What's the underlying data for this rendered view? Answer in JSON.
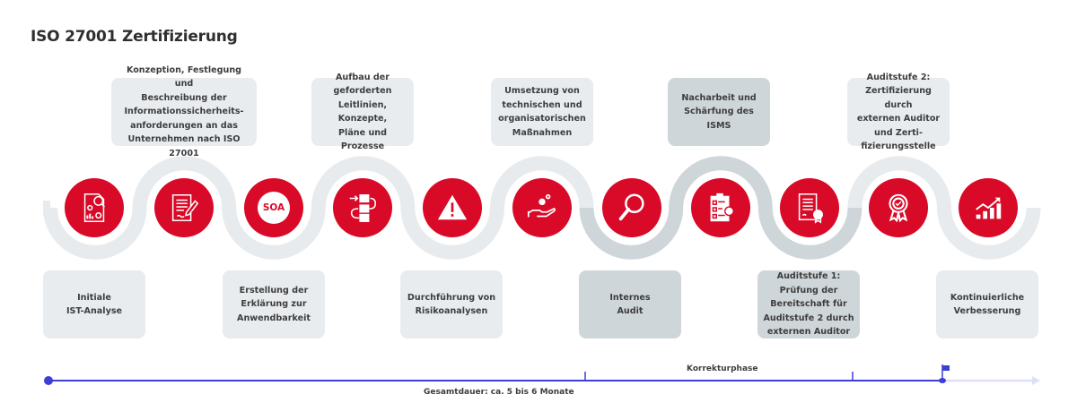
{
  "title": "ISO 27001 Zertifizierung",
  "colors": {
    "accent_red": "#d80a28",
    "track_light": "#e8ebee",
    "track_dark": "#cfd6d9",
    "box_light": "#e9ecef",
    "box_dark": "#cfd6d9",
    "timeline": "#3c3fd6",
    "timeline_faint": "#dde0f6"
  },
  "steps": [
    {
      "icon": "report-analysis-icon",
      "label": "Initiale\nIST-Analyse",
      "position": "bottom",
      "style": "light"
    },
    {
      "icon": "document-pencil-icon",
      "label": "Konzeption, Festlegung und\nBeschreibung der\nInformationssicherheits-\nanforderungen an das\nUnternehmen nach ISO 27001",
      "position": "top",
      "style": "light"
    },
    {
      "icon": "soa-icon",
      "icon_text": "SOA",
      "label": "Erstellung der\nErklärung zur\nAnwendbarkeit",
      "position": "bottom",
      "style": "light"
    },
    {
      "icon": "process-flow-icon",
      "label": "Aufbau der\ngeforderten\nLeitlinien, Konzepte,\nPläne und Prozesse",
      "position": "top",
      "style": "light"
    },
    {
      "icon": "warning-icon",
      "label": "Durchführung von\nRisikoanalysen",
      "position": "bottom",
      "style": "light"
    },
    {
      "icon": "hand-gears-icon",
      "label": "Umsetzung von\ntechnischen und\norganisatorischen\nMaßnahmen",
      "position": "top",
      "style": "light"
    },
    {
      "icon": "magnifier-icon",
      "label": "Internes\nAudit",
      "position": "bottom",
      "style": "dark"
    },
    {
      "icon": "checklist-gear-icon",
      "label": "Nacharbeit und\nSchärfung des ISMS",
      "position": "top",
      "style": "dark"
    },
    {
      "icon": "certificate-icon",
      "label": "Auditstufe 1:\nPrüfung der\nBereitschaft für\nAuditstufe 2 durch\nexternen Auditor",
      "position": "bottom",
      "style": "dark"
    },
    {
      "icon": "award-ribbon-icon",
      "label": "Auditstufe 2:\nZertifizierung durch\nexternen Auditor\nund  Zerti-\nfizierungsstelle",
      "position": "top",
      "style": "light"
    },
    {
      "icon": "growth-chart-icon",
      "label": "Kontinuierliche\nVerbesserung",
      "position": "bottom",
      "style": "light"
    }
  ],
  "timeline": {
    "phase_label": "Korrekturphase",
    "duration_label": "Gesamtdauer: ca. 5 bis 6 Monate",
    "start_icon": "start-dot-icon",
    "end_icon": "finish-flag-icon"
  }
}
